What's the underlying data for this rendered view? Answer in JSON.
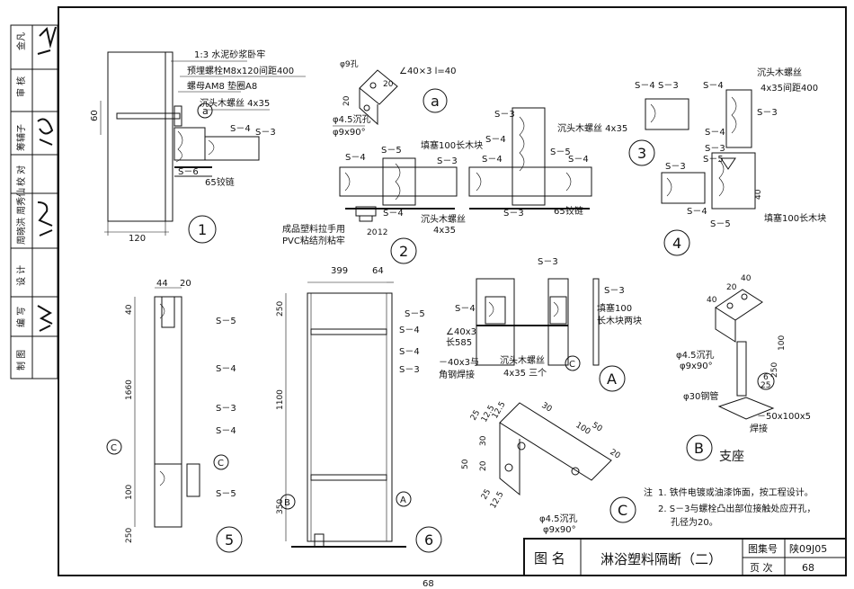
{
  "drawing": {
    "title_label": "图 名",
    "title": "淋浴塑料隔断（二）",
    "atlas_no_label": "图集号",
    "atlas_no": "陕09J05",
    "page_no_label": "页 次",
    "page_no": "68",
    "page_footer": "68"
  },
  "side_strip": [
    "金凡",
    "审 核",
    "筹辅子",
    "校 对",
    "周晓洪 周秀仙",
    "设 计",
    "编 写",
    "制 图"
  ],
  "notes": {
    "head": "注",
    "items": [
      "1. 铁件电镀或油漆饰面，按工程设计。",
      "2. S－3与螺栓凸出部位接触处应开孔，",
      "孔径为20。"
    ]
  },
  "details": {
    "d1": {
      "id": "1",
      "labels": [
        "1:3 水泥砂浆卧牢",
        "预埋螺栓M8x120间距400",
        "螺母AM8 垫圈A8",
        "沉头木螺丝 4x35",
        "S－4",
        "S－3",
        "S－6",
        "65铰链"
      ],
      "dims": [
        "60",
        "120"
      ],
      "ref": "a"
    },
    "d2": {
      "id": "2",
      "labels": [
        "填塞100长木块",
        "S－5",
        "S－4",
        "S－3",
        "S－4",
        "沉头木螺丝",
        "4x35",
        "成品塑料拉手用",
        "PVC粘结剂粘牢",
        "20",
        "12",
        "S－3",
        "沉头木螺丝 4x35",
        "S－4",
        "S－5",
        "S－4",
        "S－4",
        "S－3",
        "65铰链"
      ]
    },
    "d3": {
      "id": "3",
      "labels": [
        "S－4",
        "S－3",
        "S－4",
        "沉头木螺丝",
        "4x35间距400",
        "S－3",
        "S－4",
        "S－3",
        "S－5",
        "S－3",
        "S－4",
        "S－5",
        "填塞100长木块",
        "40"
      ]
    },
    "d4": {
      "id": "4"
    },
    "da": {
      "id": "a",
      "labels": [
        "φ9孔",
        "∠40×3 l=40",
        "20",
        "20",
        "φ4.5沉孔",
        "φ9x90°"
      ]
    },
    "d5": {
      "id": "5",
      "labels": [
        "44",
        "20",
        "S－5",
        "S－4",
        "S－3",
        "S－4",
        "S－5",
        "40",
        "1660",
        "100",
        "250"
      ],
      "sec": "C"
    },
    "d6": {
      "id": "6",
      "labels": [
        "399",
        "64",
        "S－5",
        "S－4",
        "S－4",
        "S－3",
        "250",
        "1100",
        "350",
        "B",
        "A"
      ]
    },
    "dA": {
      "id": "A",
      "labels": [
        "S－3",
        "S－4",
        "S－3",
        "填塞100",
        "长木块两块",
        "∠40x3",
        "长585",
        "－40x3与",
        "角钢焊接",
        "沉头木螺丝",
        "4x35 三个",
        "C"
      ]
    },
    "dB": {
      "id": "B",
      "caption": "支座",
      "labels": [
        "40",
        "20",
        "40",
        "φ4.5沉孔",
        "φ9x90°",
        "φ30钢管",
        "6",
        "25",
        "焊接",
        "－50x100x5",
        "100",
        "250"
      ]
    },
    "dC": {
      "id": "C",
      "labels": [
        "25",
        "12.5",
        "12.5",
        "30",
        "50",
        "20",
        "25",
        "12.5",
        "φ4.5沉孔",
        "φ9x90°",
        "30",
        "100",
        "20",
        "50"
      ]
    }
  }
}
